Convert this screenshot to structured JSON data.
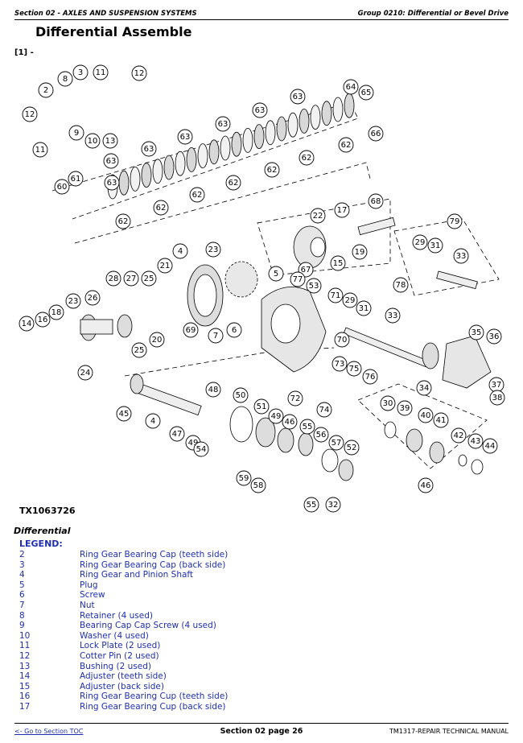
{
  "header": {
    "left": "Section 02 - AXLES AND SUSPENSION SYSTEMS",
    "right": "Group 0210: Differential or Bevel Drive"
  },
  "title": "Differential Assemble",
  "ref": "[1] -",
  "figure_id": "TX1063726",
  "subtitle": "Differential",
  "legend_heading": "LEGEND:",
  "legend": [
    {
      "num": "2",
      "desc": "Ring Gear Bearing Cap (teeth side)"
    },
    {
      "num": "3",
      "desc": "Ring Gear Bearing Cap (back side)"
    },
    {
      "num": "4",
      "desc": "Ring Gear and Pinion Shaft"
    },
    {
      "num": "5",
      "desc": "Plug"
    },
    {
      "num": "6",
      "desc": "Screw"
    },
    {
      "num": "7",
      "desc": "Nut"
    },
    {
      "num": "8",
      "desc": "Retainer (4 used)"
    },
    {
      "num": "9",
      "desc": "Bearing Cap Cap Screw (4 used)"
    },
    {
      "num": "10",
      "desc": "Washer (4 used)"
    },
    {
      "num": "11",
      "desc": "Lock Plate (2 used)"
    },
    {
      "num": "12",
      "desc": "Cotter Pin (2 used)"
    },
    {
      "num": "13",
      "desc": "Bushing (2 used)"
    },
    {
      "num": "14",
      "desc": "Adjuster (teeth side)"
    },
    {
      "num": "15",
      "desc": "Adjuster (back side)"
    },
    {
      "num": "16",
      "desc": "Ring Gear Bearing Cup (teeth side)"
    },
    {
      "num": "17",
      "desc": "Ring Gear Bearing Cup (back side)"
    }
  ],
  "callouts": [
    "2",
    "3",
    "8",
    "11",
    "12",
    "12",
    "9",
    "10",
    "13",
    "11",
    "63",
    "64",
    "65",
    "66",
    "63",
    "62",
    "63",
    "62",
    "63",
    "62",
    "63",
    "63",
    "62",
    "62",
    "63",
    "62",
    "61",
    "60",
    "62",
    "68",
    "22",
    "17",
    "19",
    "15",
    "67",
    "79",
    "29",
    "31",
    "33",
    "4",
    "23",
    "28",
    "27",
    "25",
    "21",
    "5",
    "77",
    "53",
    "78",
    "71",
    "29",
    "31",
    "70",
    "33",
    "14",
    "16",
    "18",
    "23",
    "26",
    "20",
    "25",
    "69",
    "7",
    "6",
    "24",
    "73",
    "75",
    "76",
    "72",
    "74",
    "35",
    "36",
    "37",
    "38",
    "34",
    "45",
    "4",
    "48",
    "50",
    "51",
    "49",
    "46",
    "47",
    "49",
    "54",
    "55",
    "56",
    "57",
    "52",
    "59",
    "58",
    "55",
    "32",
    "30",
    "39",
    "40",
    "41",
    "42",
    "43",
    "44",
    "46"
  ],
  "footer": {
    "left": "<- Go to Section TOC",
    "center": "Section 02 page 26",
    "right": "TM1317-REPAIR TECHNICAL MANUAL"
  }
}
